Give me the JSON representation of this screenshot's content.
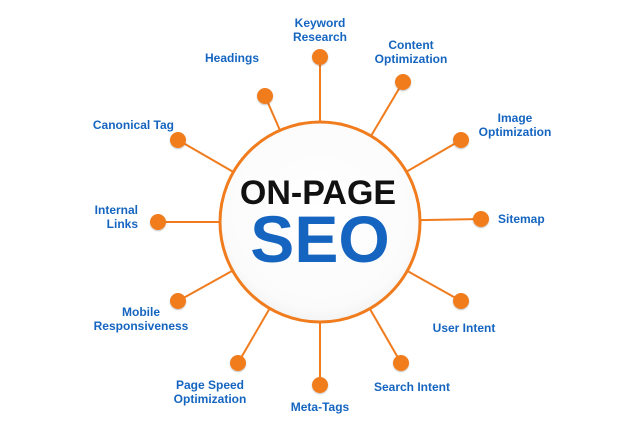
{
  "center": {
    "line1": "ON-PAGE",
    "line2": "SEO"
  },
  "nodes": [
    {
      "id": "keyword-research",
      "lines": [
        "Keyword",
        "Research"
      ]
    },
    {
      "id": "content-optimization",
      "lines": [
        "Content",
        "Optimization"
      ]
    },
    {
      "id": "image-optimization",
      "lines": [
        "Image",
        "Optimization"
      ]
    },
    {
      "id": "sitemap",
      "lines": [
        "Sitemap"
      ]
    },
    {
      "id": "user-intent",
      "lines": [
        "User Intent"
      ]
    },
    {
      "id": "search-intent",
      "lines": [
        "Search Intent"
      ]
    },
    {
      "id": "meta-tags",
      "lines": [
        "Meta-Tags"
      ]
    },
    {
      "id": "page-speed-optimization",
      "lines": [
        "Page Speed",
        "Optimization"
      ]
    },
    {
      "id": "mobile-responsiveness",
      "lines": [
        "Mobile",
        "Responsiveness"
      ]
    },
    {
      "id": "internal-links",
      "lines": [
        "Internal",
        "Links"
      ]
    },
    {
      "id": "canonical-tag",
      "lines": [
        "Canonical Tag"
      ]
    },
    {
      "id": "headings",
      "lines": [
        "Headings"
      ]
    }
  ],
  "colors": {
    "accent": "#f07c1e",
    "label": "#1565c0",
    "center_ring": "#f07c1e",
    "center_fill": "#ffffff",
    "title_dark": "#111111"
  }
}
